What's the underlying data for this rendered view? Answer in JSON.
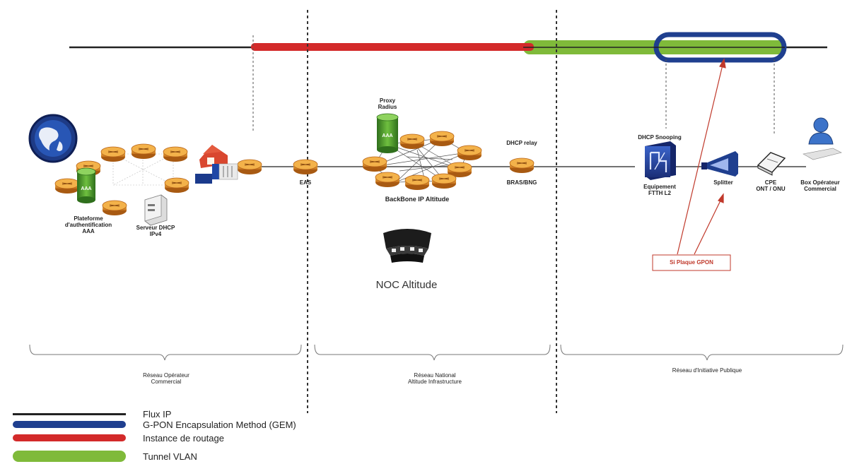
{
  "colors": {
    "ip_flow": "#222222",
    "gem": "#1f3f8f",
    "routing": "#d32a2a",
    "vlan": "#7fba3a",
    "router": "#e39a2a",
    "aaa": "#3f8f2a",
    "annotation": "#c0392b"
  },
  "nodes": {
    "aaa_platform": "Plateforme\nd'authentification\nAAA",
    "dhcp_server": "Serveur DHCP\nIPv4",
    "eas": "EAS",
    "proxy_radius": "Proxy\nRadius",
    "aaa_badge": "AAA",
    "backbone": "BackBone IP Altitude",
    "dhcp_relay": "DHCP relay",
    "bras": "BRAS/BNG",
    "noc": "NOC Altitude",
    "dhcp_snooping": "DHCP Snooping",
    "ftth_equipment": "Equipement\nFTTH L2",
    "splitter": "Splitter",
    "cpe": "CPE\nONT / ONU",
    "box": "Box Opérateur\nCommercial",
    "gpon_plate": "Si Plaque GPON"
  },
  "zones": [
    {
      "id": "operator",
      "label": "Réseau Opérateur\nCommercial"
    },
    {
      "id": "national",
      "label": "Réseau National\nAltitude Infrastructure"
    },
    {
      "id": "public",
      "label": "Réseau d'Initiative Publique"
    }
  ],
  "legend": [
    {
      "label": "Flux IP",
      "color_key": "ip_flow"
    },
    {
      "label": "G-PON Encapsulation Method (GEM)",
      "color_key": "gem"
    },
    {
      "label": "Instance de routage",
      "color_key": "routing"
    },
    {
      "label": "Tunnel VLAN",
      "color_key": "vlan"
    }
  ]
}
